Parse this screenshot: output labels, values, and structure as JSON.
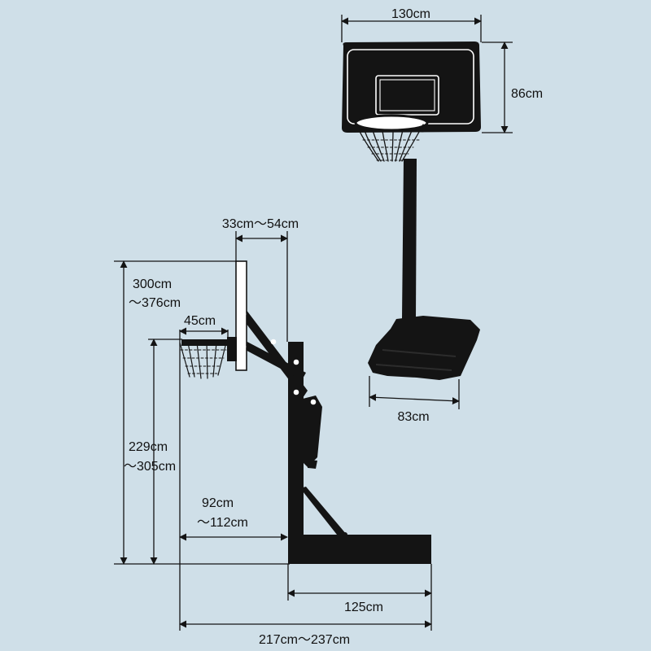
{
  "background_color": "#cfdfe8",
  "ink_color": "#141414",
  "dimensions": {
    "backboard_width": "130cm",
    "backboard_height": "86cm",
    "base_depth": "83cm",
    "overhang_range": "33cm～54cm",
    "total_height_line1": "300cm",
    "total_height_line2": "～376cm",
    "rim_diameter": "45cm",
    "rim_height_line1": "229cm",
    "rim_height_line2": "～305cm",
    "rim_offset_line1": "92cm",
    "rim_offset_line2": "～112cm",
    "base_length": "125cm",
    "footprint_length": "217cm～237cm"
  }
}
